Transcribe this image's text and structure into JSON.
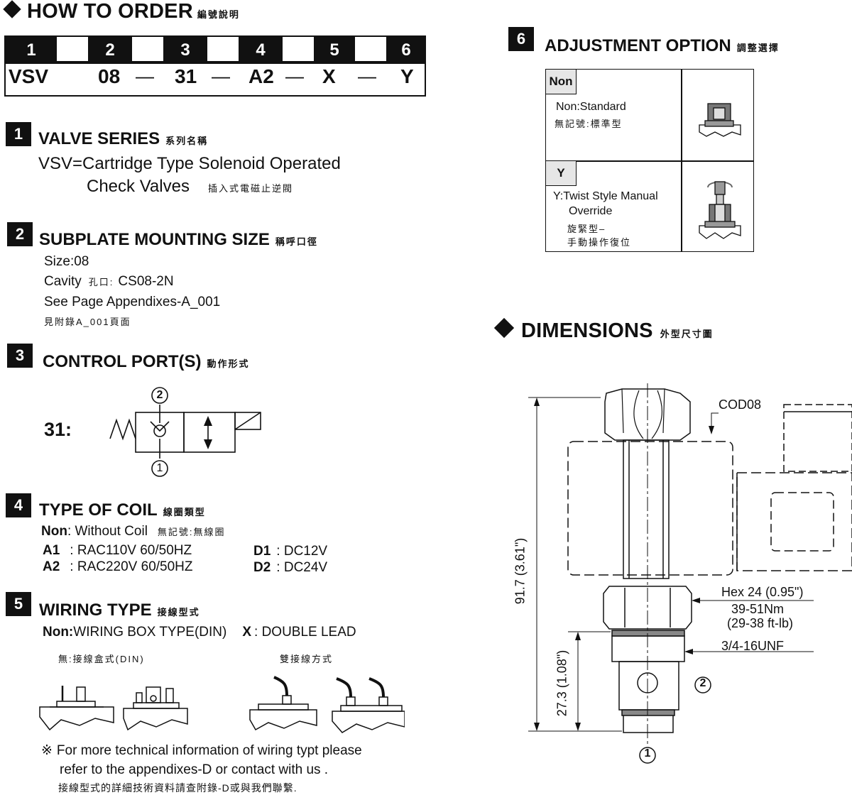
{
  "header": {
    "title": "HOW TO  ORDER",
    "title_zh": "編號說明"
  },
  "order": {
    "positions": [
      "1",
      "2",
      "3",
      "4",
      "5",
      "6"
    ],
    "codes": [
      "VSV",
      "08",
      "31",
      "A2",
      "X",
      "Y"
    ],
    "separator": "—"
  },
  "s1": {
    "num": "1",
    "title": "VALVE SERIES",
    "title_zh": "系列名稱",
    "line1": "VSV=Cartridge Type Solenoid Operated",
    "line2": "Check Valves",
    "line2_zh": "插入式電磁止逆閥"
  },
  "s2": {
    "num": "2",
    "title": "SUBPLATE MOUNTING SIZE",
    "title_zh": "稱呼口徑",
    "size": "Size:08",
    "cavity": "Cavity",
    "cavity_zh": "孔口:",
    "cavity_val": "CS08-2N",
    "see": "See Page Appendixes-A_001",
    "see_zh": "見附錄A_001頁面"
  },
  "s3": {
    "num": "3",
    "title": "CONTROL PORT(S)",
    "title_zh": "動作形式",
    "code": "31:",
    "port_top": "2",
    "port_bottom": "1"
  },
  "s4": {
    "num": "4",
    "title": "TYPE OF COIL",
    "title_zh": "線圈類型",
    "non_key": "Non",
    "non_val": ": Without Coil",
    "non_zh": "無記號:無線圈",
    "a1_key": "A1",
    "a1_val": ": RAC110V  60/50HZ",
    "a2_key": "A2",
    "a2_val": ": RAC220V  60/50HZ",
    "d1_key": "D1",
    "d1_val": ": DC12V",
    "d2_key": "D2",
    "d2_val": ": DC24V"
  },
  "s5": {
    "num": "5",
    "title": "WIRING TYPE",
    "title_zh": "接線型式",
    "non_key": "Non:",
    "non_val": "WIRING BOX TYPE(DIN)",
    "x_key": "X",
    "x_val": ": DOUBLE LEAD",
    "box_zh": "無:接線盒式(DIN)",
    "lead_zh": "雙接線方式",
    "note_mark": "※",
    "note1": "For more technical information of wiring typt  please",
    "note2": "refer to the appendixes-D or contact with us .",
    "note_zh": "接線型式的詳細技術資料請查附錄-D或與我們聯繫."
  },
  "s6": {
    "num": "6",
    "title": "ADJUSTMENT OPTION",
    "title_zh": "調整選擇",
    "non_tag": "Non",
    "non_desc": "Non:Standard",
    "non_zh": "無記號:標準型",
    "y_tag": "Y",
    "y_desc1": "Y:Twist Style Manual",
    "y_desc2": "Override",
    "y_zh1": "旋緊型–",
    "y_zh2": "手動操作復位"
  },
  "dims": {
    "title": "DIMENSIONS",
    "title_zh": "外型尺寸圖",
    "cod": "COD08",
    "overall": "91.7 (3.61\")",
    "lower": "27.3 (1.08\")",
    "hex": "Hex 24 (0.95\")",
    "torque1": "39-51Nm",
    "torque2": "(29-38 ft-lb)",
    "thread": "3/4-16UNF",
    "port2": "2",
    "port1": "1"
  }
}
